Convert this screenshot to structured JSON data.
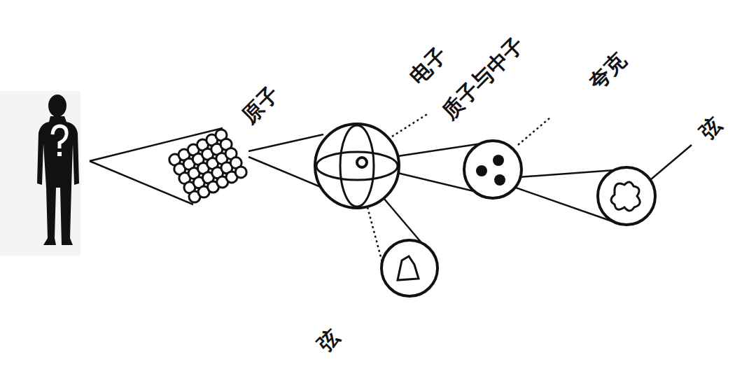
{
  "diagram": {
    "labels": [
      "原子",
      "电子",
      "质子与中子",
      "夸克",
      "弦",
      "弦"
    ]
  }
}
